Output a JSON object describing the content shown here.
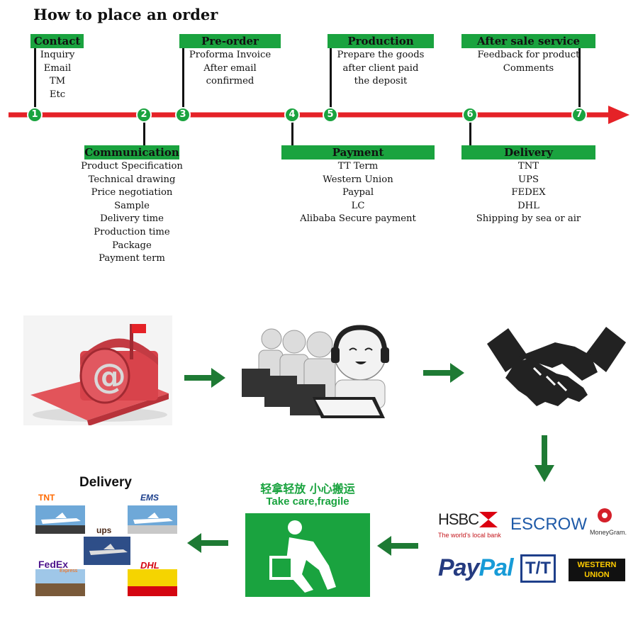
{
  "title": "How to place an order",
  "colors": {
    "timeline": "#e52227",
    "accent_green": "#1aa33f",
    "dark_green": "#1e7a34"
  },
  "steps": [
    {
      "num": "1",
      "header": "Contact",
      "items": [
        "Inquiry",
        "Email",
        "TM",
        "Etc"
      ]
    },
    {
      "num": "2",
      "header": "Communication",
      "items": [
        "Product Specification",
        "Technical drawing",
        "Price negotiation",
        "Sample",
        "Delivery time",
        "Production time",
        "Package",
        "Payment term"
      ]
    },
    {
      "num": "3",
      "header": "Pre-order",
      "items": [
        "Proforma Invoice",
        "After email",
        "confirmed"
      ]
    },
    {
      "num": "4",
      "header": "Payment",
      "items": [
        "TT Term",
        "Western Union",
        "Paypal",
        "LC",
        "Alibaba Secure payment"
      ]
    },
    {
      "num": "5",
      "header": "Production",
      "items": [
        "Prepare the goods",
        "after client paid",
        "the deposit"
      ]
    },
    {
      "num": "6",
      "header": "Delivery",
      "items": [
        "TNT",
        "UPS",
        "FEDEX",
        "DHL",
        "Shipping by sea or air"
      ]
    },
    {
      "num": "7",
      "header": "After sale service",
      "items": [
        "Feedback for product",
        "Comments"
      ]
    }
  ],
  "flow": {
    "delivery_title": "Delivery",
    "carriers": {
      "tnt": "TNT",
      "ems": "EMS",
      "ups": "ups",
      "fedex": "FedEx",
      "fedex_sub": "Express",
      "dhl": "DHL"
    },
    "fragile_cn": "轻拿轻放 小心搬运",
    "fragile_en": "Take care,fragile",
    "payments": {
      "hsbc": "HSBC",
      "hsbc_sub": "The world's local bank",
      "escrow": "ESCROW",
      "moneygram": "MoneyGram.",
      "paypal_1": "Pay",
      "paypal_2": "Pal",
      "tt": "T/T",
      "wu_1": "WESTERN",
      "wu_2": "UNION"
    }
  }
}
